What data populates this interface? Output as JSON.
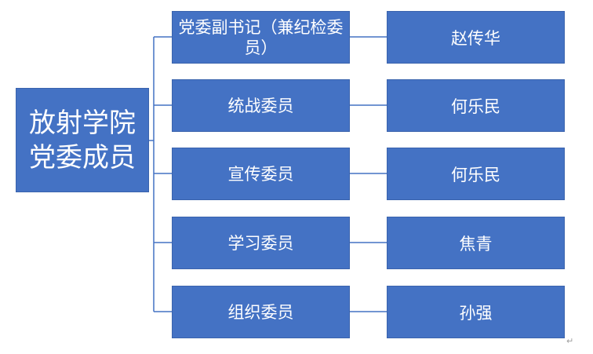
{
  "root": {
    "line1": "放射学院",
    "line2": "党委成员"
  },
  "members": [
    {
      "role": "党委副书记（兼纪检委员）",
      "name": "赵传华"
    },
    {
      "role": "统战委员",
      "name": "何乐民"
    },
    {
      "role": "宣传委员",
      "name": "何乐民"
    },
    {
      "role": "学习委员",
      "name": "焦青"
    },
    {
      "role": "组织委员",
      "name": "孙强"
    }
  ],
  "colors": {
    "box_fill": "#4472c4",
    "connector": "#4472c4",
    "text": "#ffffff"
  }
}
